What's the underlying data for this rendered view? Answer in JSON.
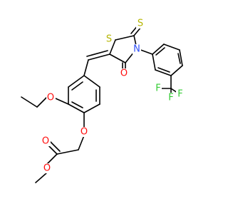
{
  "molecule": {
    "atom_labels": {
      "thioxo_s": "S",
      "ring_s": "S",
      "ring_n": "N",
      "carbonyl_o": "O",
      "f_top": "F",
      "f_left": "F",
      "f_bottom": "F",
      "ethoxy_o": "O",
      "ether_o": "O",
      "ester_o_double": "O",
      "ester_o_single": "O"
    },
    "colors": {
      "bond": "#000000",
      "sulfur": "#b5b500",
      "oxygen": "#ff0d0d",
      "nitrogen": "#3050f8",
      "fluorine": "#33cc33"
    }
  }
}
